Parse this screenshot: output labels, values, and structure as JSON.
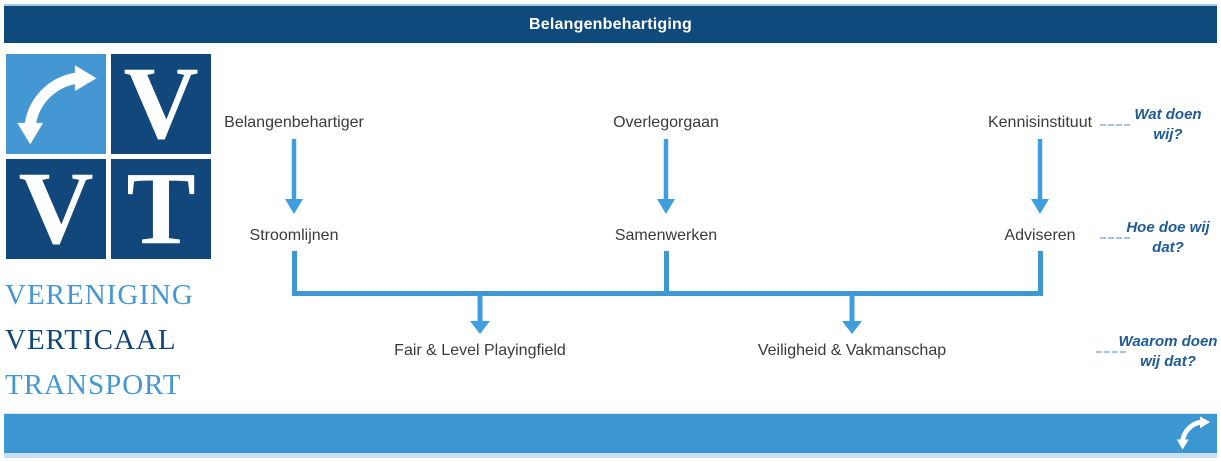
{
  "header": {
    "title": "Belangenbehartiging"
  },
  "logo": {
    "arrow_icon": "curved-double-arrow",
    "letters": {
      "tr": "V",
      "bl": "V",
      "br": "T"
    },
    "wordmark": {
      "line1": "VERENIGING",
      "line2": "VERTICAAL",
      "line3": "TRANSPORT"
    }
  },
  "flow": {
    "columns": [
      {
        "role": "Belangenbehartiger",
        "action": "Stroomlijnen"
      },
      {
        "role": "Overlegorgaan",
        "action": "Samenwerken"
      },
      {
        "role": "Kennisinstituut",
        "action": "Adviseren"
      }
    ],
    "outcomes": [
      {
        "label": "Fair & Level Playingfield"
      },
      {
        "label": "Veiligheid & Vakmanschap"
      }
    ]
  },
  "annotations": [
    {
      "label": "Wat doen wij?"
    },
    {
      "label": "Hoe doe wij dat?"
    },
    {
      "label": "Waarom doen wij dat?"
    }
  ],
  "colors": {
    "darkBlue": "#0f4a7c",
    "logoDarkBlue": "#11477a",
    "lightBlue": "#4497d3",
    "arrowBlue": "#419ede",
    "connectorBlue": "#3e97d3",
    "bottomBar": "#3b96d2",
    "bottomStrip": "#c8e0f2",
    "textDark": "#3a3a3a",
    "annotationBlue": "#1f5b97",
    "dashBlue": "#a9c4dd"
  }
}
